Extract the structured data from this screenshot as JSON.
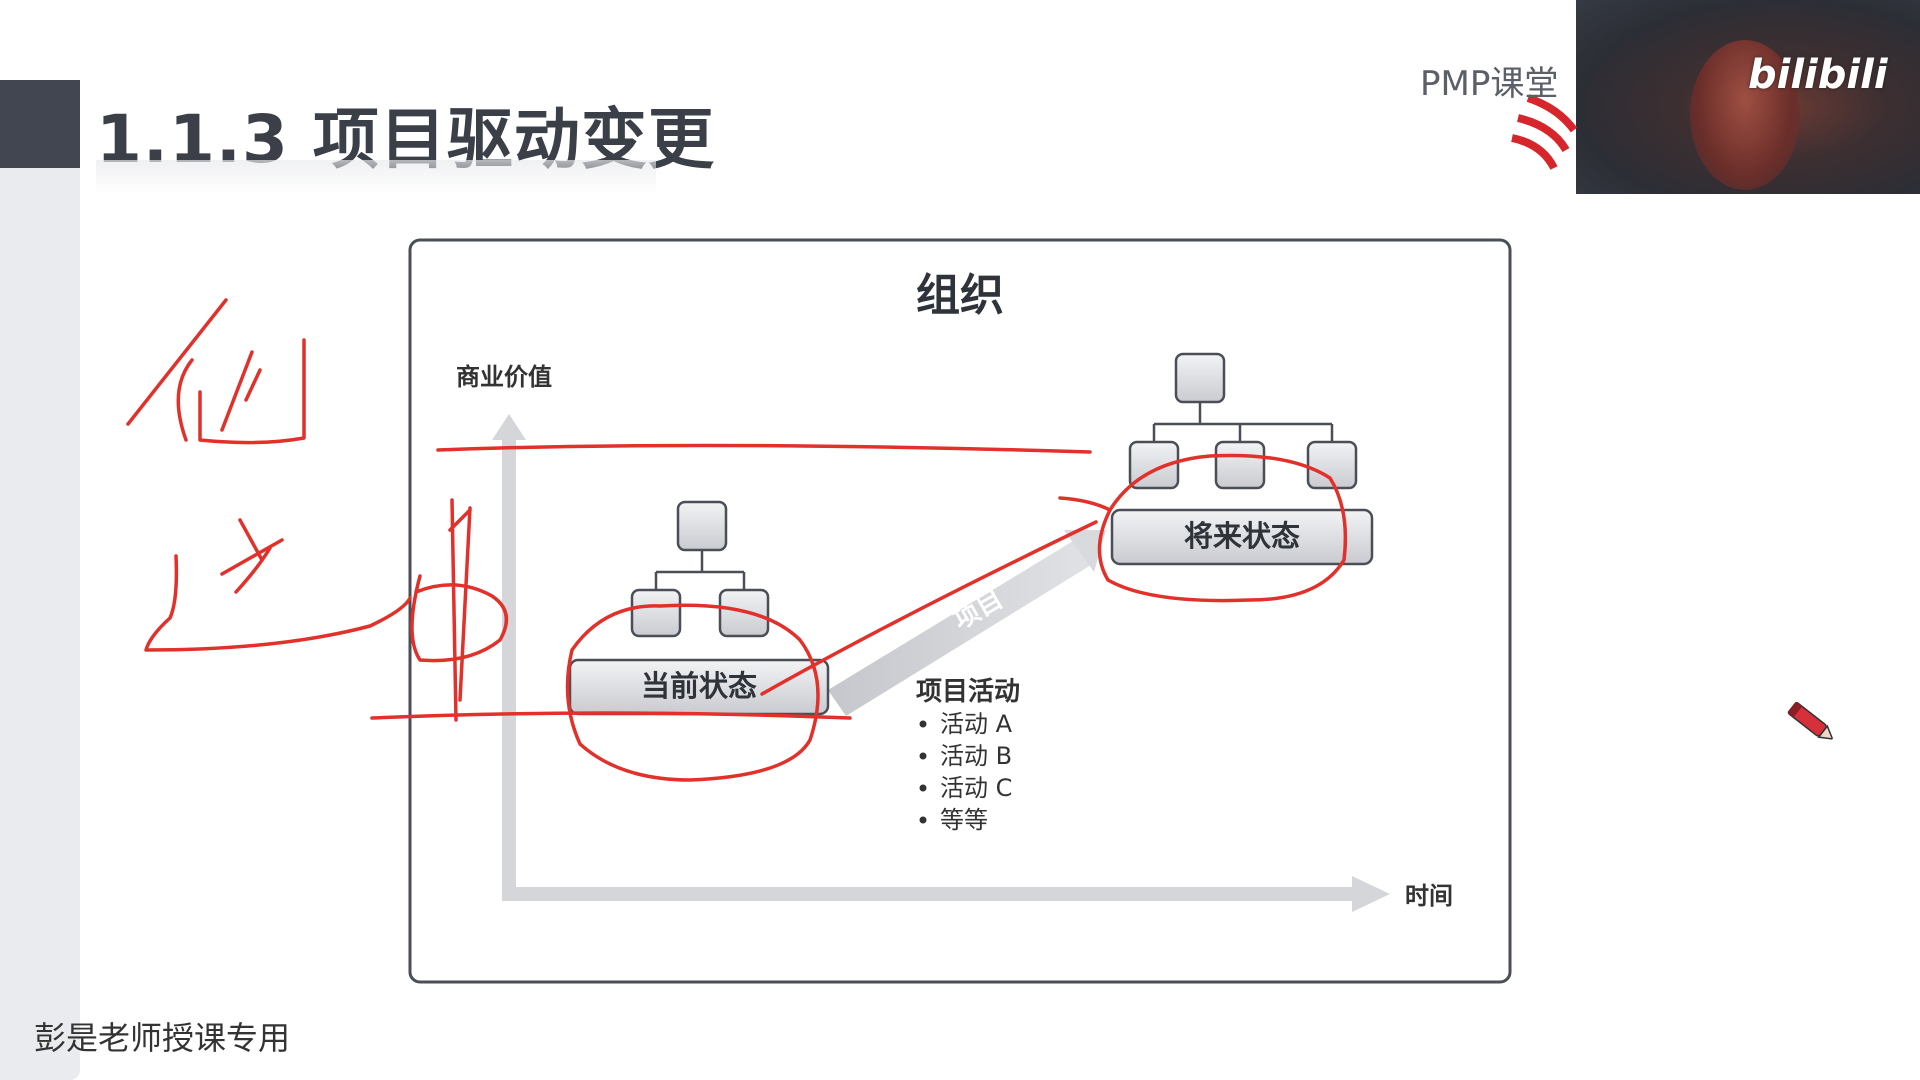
{
  "slide": {
    "title": "1.1.3 项目驱动变更",
    "footer": "彭是老师授课专用"
  },
  "overlay": {
    "course_label": "PMP课堂",
    "brand": "bilibili"
  },
  "diagram": {
    "heading": "组织",
    "y_axis_label": "商业价值",
    "x_axis_label": "时间",
    "current_state": "当前状态",
    "future_state": "将来状态",
    "project_arrow_label": "项目",
    "activities_title": "项目活动",
    "activities": [
      "活动 A",
      "活动 B",
      "活动 C",
      "等等"
    ]
  },
  "colors": {
    "header_dark": "#414650",
    "annotation_red": "#e2302a",
    "frame": "#4a4e57"
  }
}
